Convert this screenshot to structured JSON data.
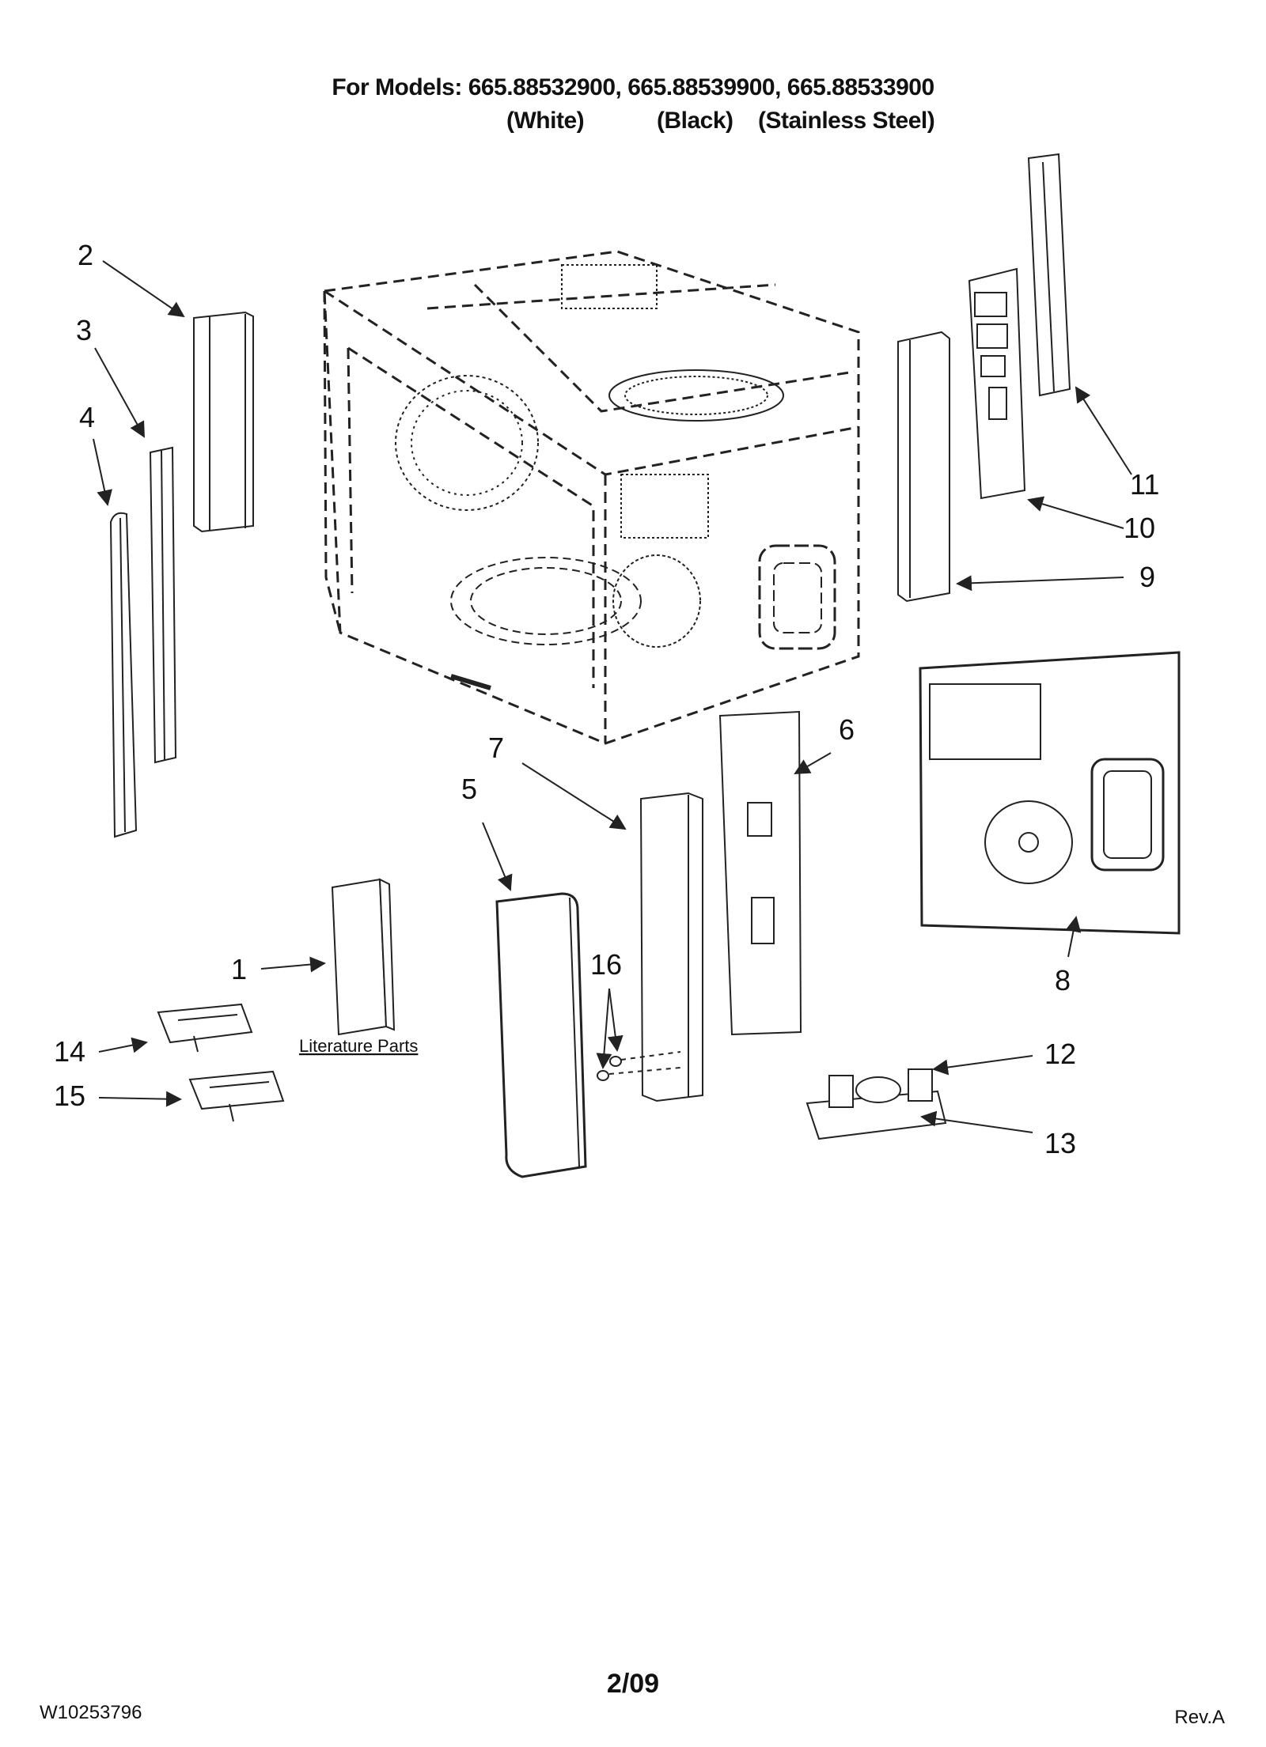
{
  "header": {
    "models_line": "For Models: 665.88532900, 665.88539900, 665.88533900",
    "variants": [
      "(White)",
      "(Black)",
      "(Stainless Steel)"
    ]
  },
  "callouts": [
    "1",
    "2",
    "3",
    "4",
    "5",
    "6",
    "7",
    "8",
    "9",
    "10",
    "11",
    "12",
    "13",
    "14",
    "15",
    "16"
  ],
  "literature_label": "Literature Parts",
  "footer": {
    "doc_number": "W10253796",
    "date": "2/09",
    "revision": "Rev.A"
  }
}
